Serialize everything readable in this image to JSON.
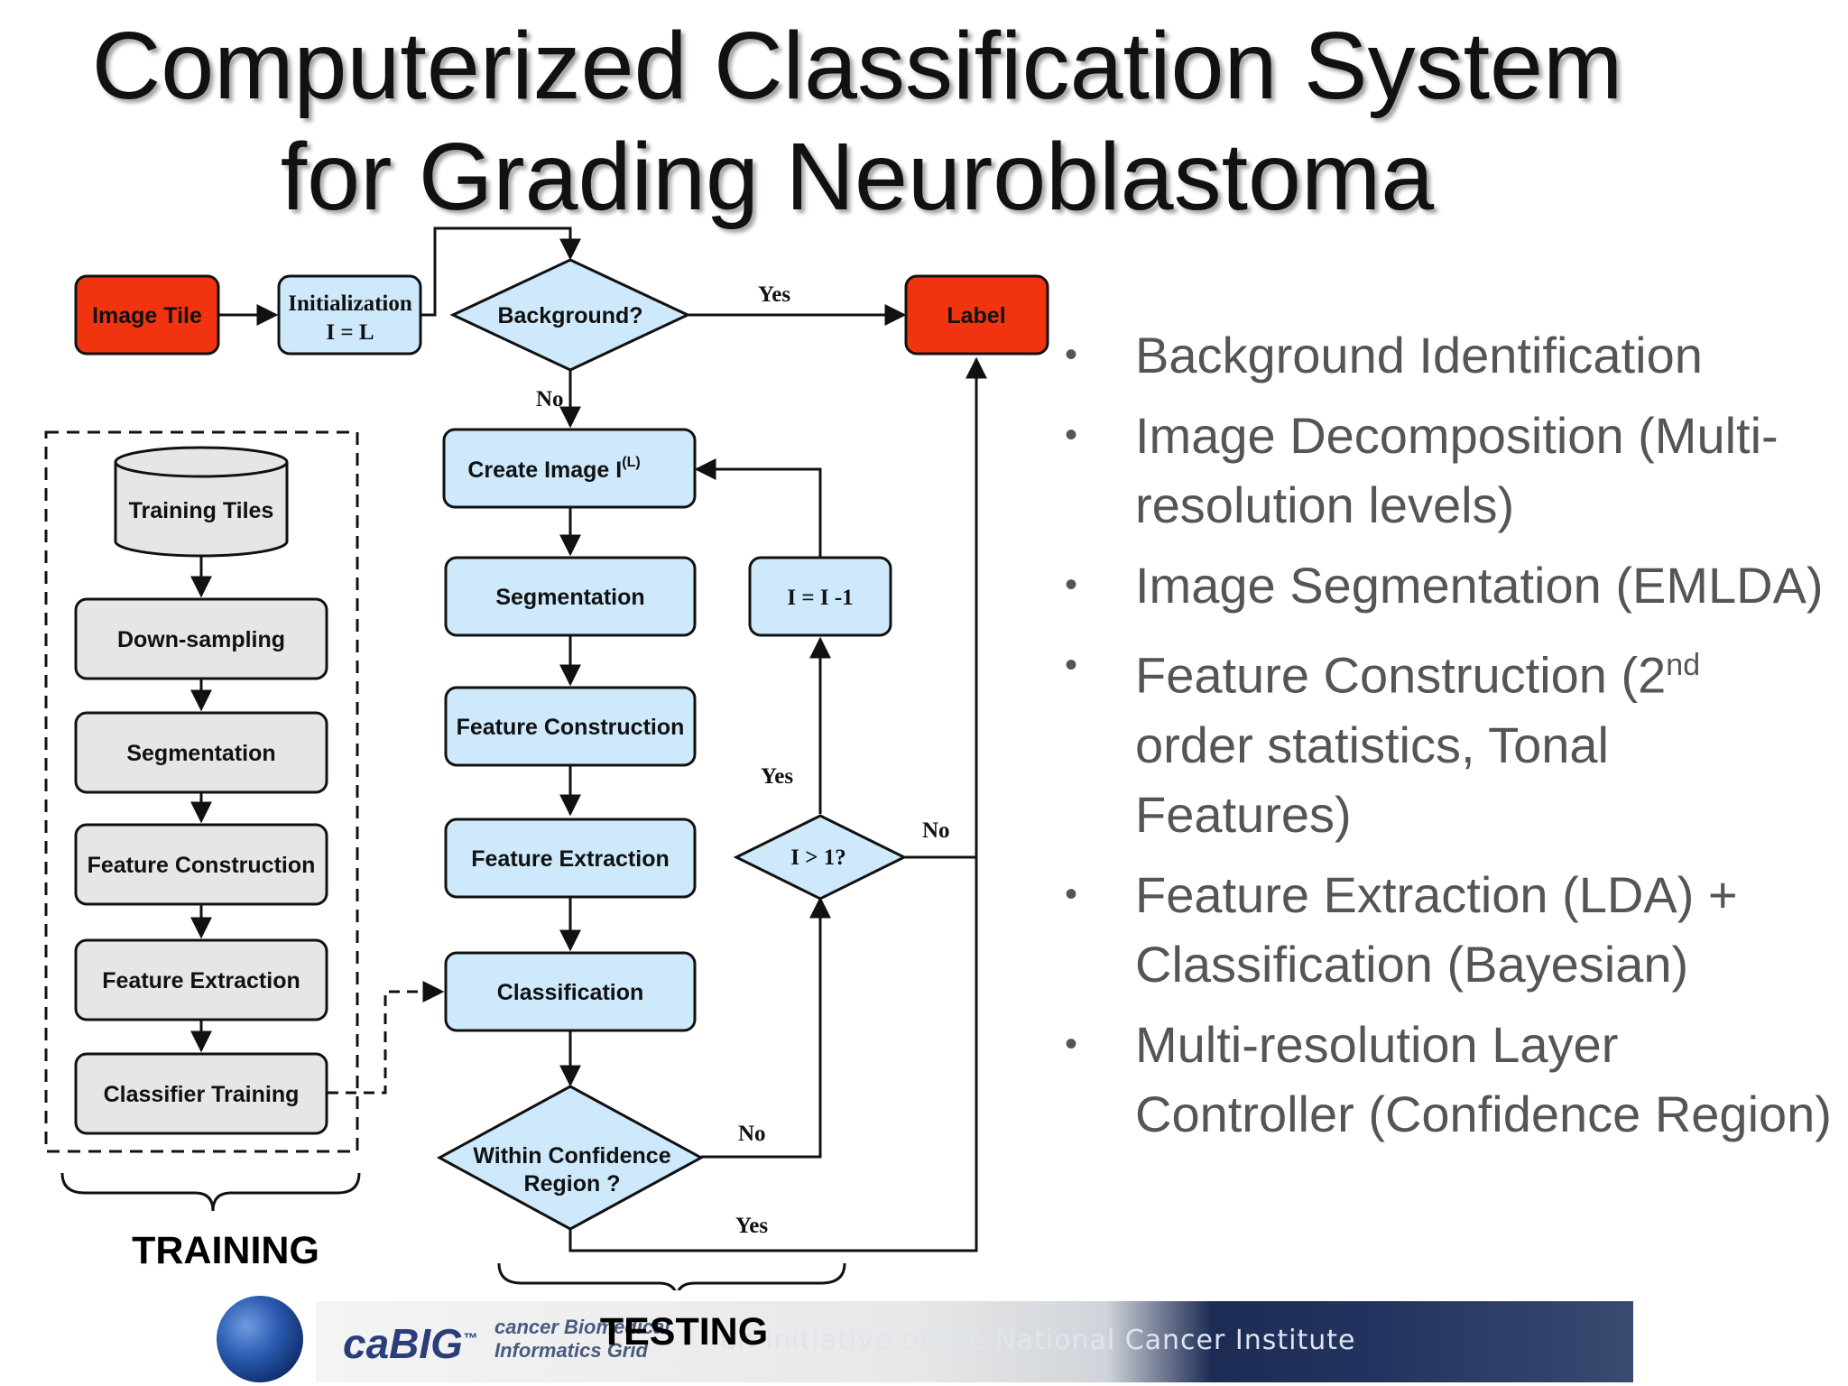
{
  "title": {
    "line1": "Computerized Classification System",
    "line2": "for Grading Neuroblastoma"
  },
  "testing": {
    "image_tile": "Image Tile",
    "init_line1": "Initialization",
    "init_line2": "I = L",
    "background": "Background?",
    "label": "Label",
    "create_image": "Create Image I",
    "create_image_sup": "(L)",
    "segmentation": "Segmentation",
    "feature_construction": "Feature Construction",
    "feature_extraction": "Feature Extraction",
    "classification": "Classification",
    "confidence_line1": "Within Confidence",
    "confidence_line2": "Region ?",
    "decrement": "I = I -1",
    "level_check": "I > 1?",
    "section_label": "TESTING"
  },
  "edges": {
    "yes_background": "Yes",
    "no_background": "No",
    "yes_level": "Yes",
    "no_level": "No",
    "no_confidence": "No",
    "yes_confidence": "Yes"
  },
  "training": {
    "training_tiles": "Training Tiles",
    "down_sampling": "Down-sampling",
    "segmentation": "Segmentation",
    "feature_construction": "Feature Construction",
    "feature_extraction": "Feature Extraction",
    "classifier_training": "Classifier Training",
    "section_label": "TRAINING"
  },
  "bullets": [
    {
      "text": "Background Identification"
    },
    {
      "text": "Image Decomposition (Multi-resolution levels)"
    },
    {
      "text": "Image Segmentation (EMLDA)"
    },
    {
      "text": "Feature Construction (2",
      "sup": "nd",
      "after": " order statistics, Tonal Features)"
    },
    {
      "text": "Feature Extraction (LDA) + Classification (Bayesian)"
    },
    {
      "text": "Multi-resolution Layer Controller (Confidence Region)"
    }
  ],
  "footer": {
    "brand": "caBIG",
    "brand_tm": "™",
    "sub_line1": "cancer Biomedical",
    "sub_line2": "Informatics Grid",
    "tagline": "an initiative of the National Cancer Institute"
  },
  "colors": {
    "terminal_fill": "#f2330f",
    "process_fill": "#cde9fb",
    "training_fill": "#e6e6e6",
    "stroke": "#111111",
    "bullet_text": "#555555"
  }
}
